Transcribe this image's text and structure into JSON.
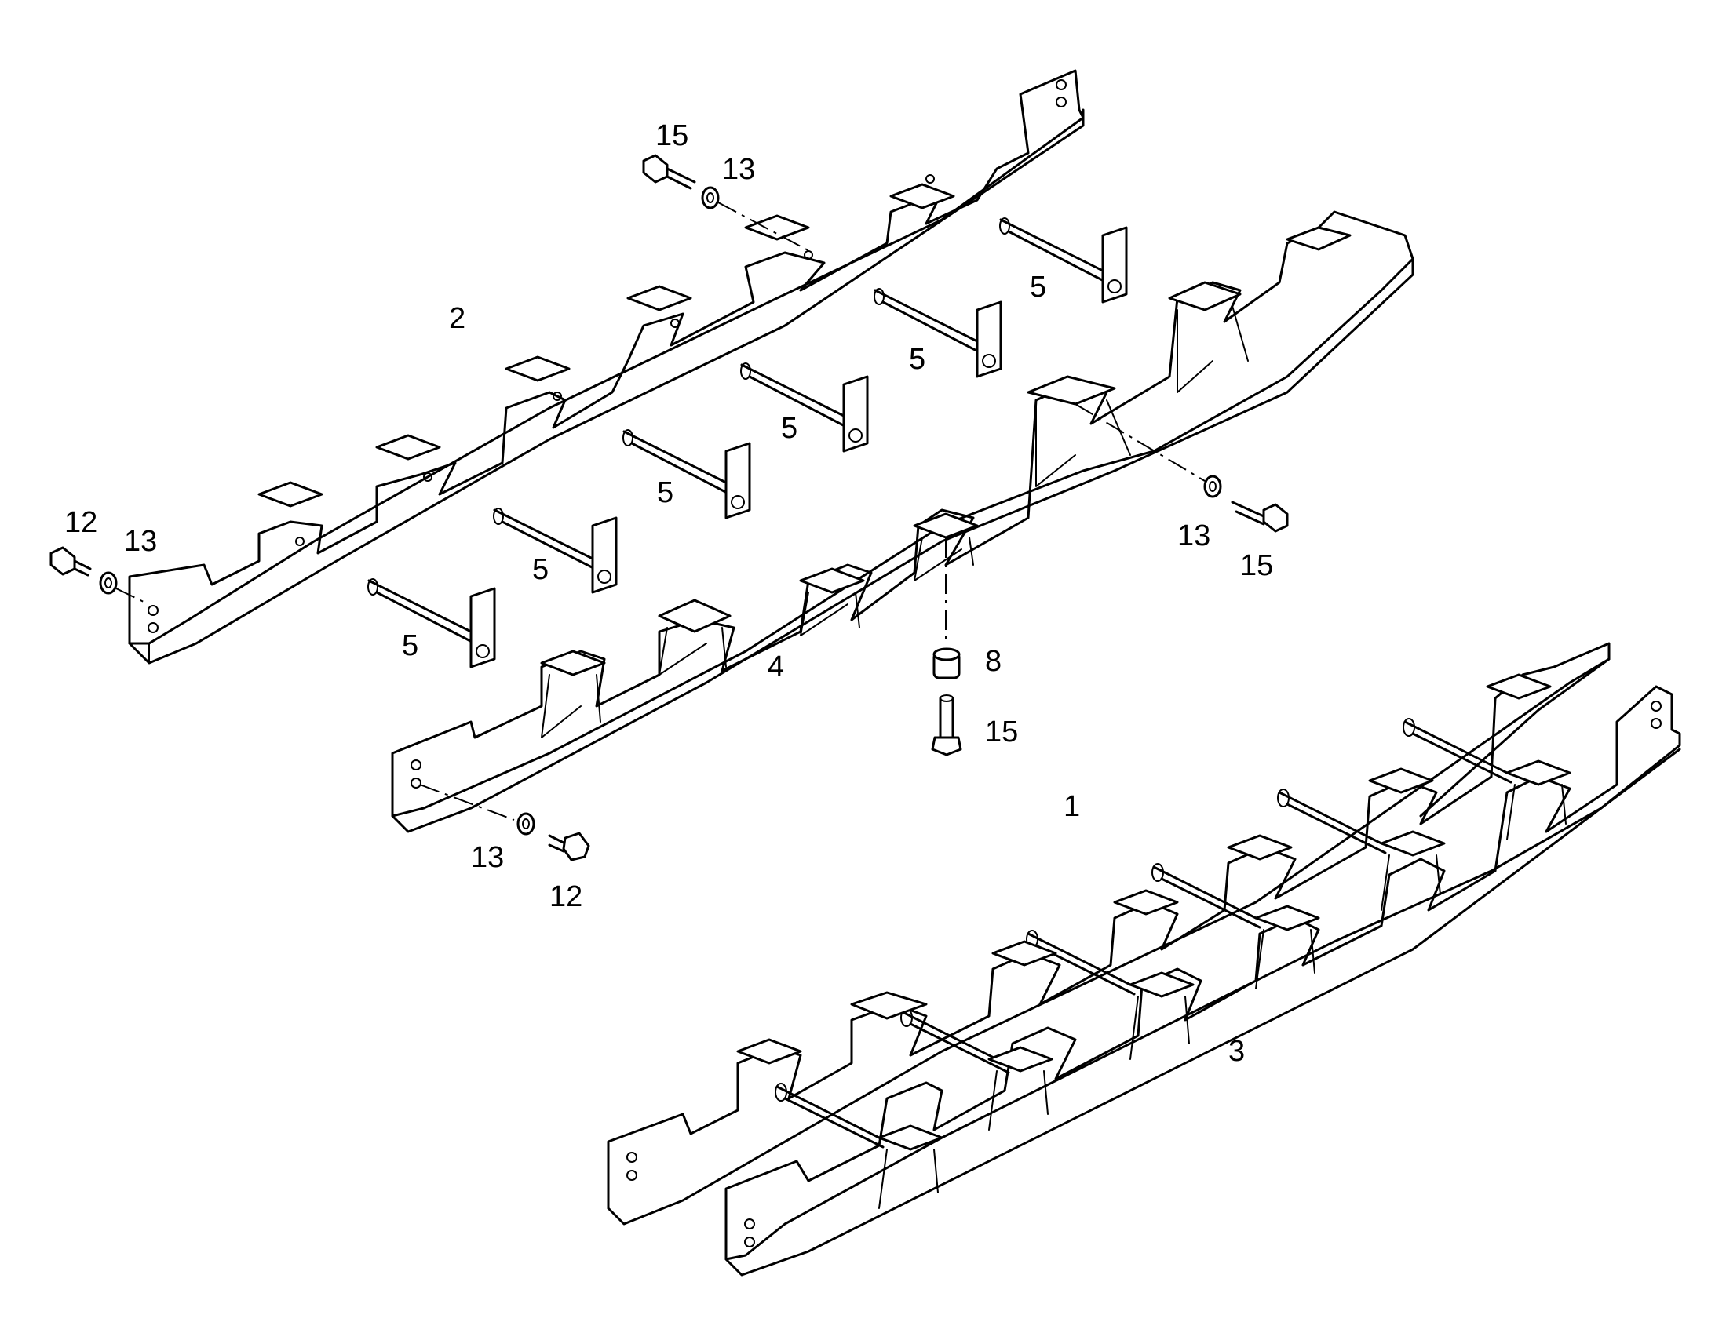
{
  "callouts": [
    {
      "id": "c1",
      "label": "1"
    },
    {
      "id": "c2",
      "label": "2"
    },
    {
      "id": "c3",
      "label": "3"
    },
    {
      "id": "c4",
      "label": "4"
    },
    {
      "id": "c5a",
      "label": "5"
    },
    {
      "id": "c5b",
      "label": "5"
    },
    {
      "id": "c5c",
      "label": "5"
    },
    {
      "id": "c5d",
      "label": "5"
    },
    {
      "id": "c5e",
      "label": "5"
    },
    {
      "id": "c5f",
      "label": "5"
    },
    {
      "id": "c8",
      "label": "8"
    },
    {
      "id": "c12a",
      "label": "12"
    },
    {
      "id": "c12b",
      "label": "12"
    },
    {
      "id": "c13a",
      "label": "13"
    },
    {
      "id": "c13b",
      "label": "13"
    },
    {
      "id": "c13c",
      "label": "13"
    },
    {
      "id": "c13d",
      "label": "13"
    },
    {
      "id": "c15a",
      "label": "15"
    },
    {
      "id": "c15b",
      "label": "15"
    },
    {
      "id": "c15c",
      "label": "15"
    }
  ],
  "colors": {
    "line": "#000000",
    "background": "#ffffff"
  }
}
